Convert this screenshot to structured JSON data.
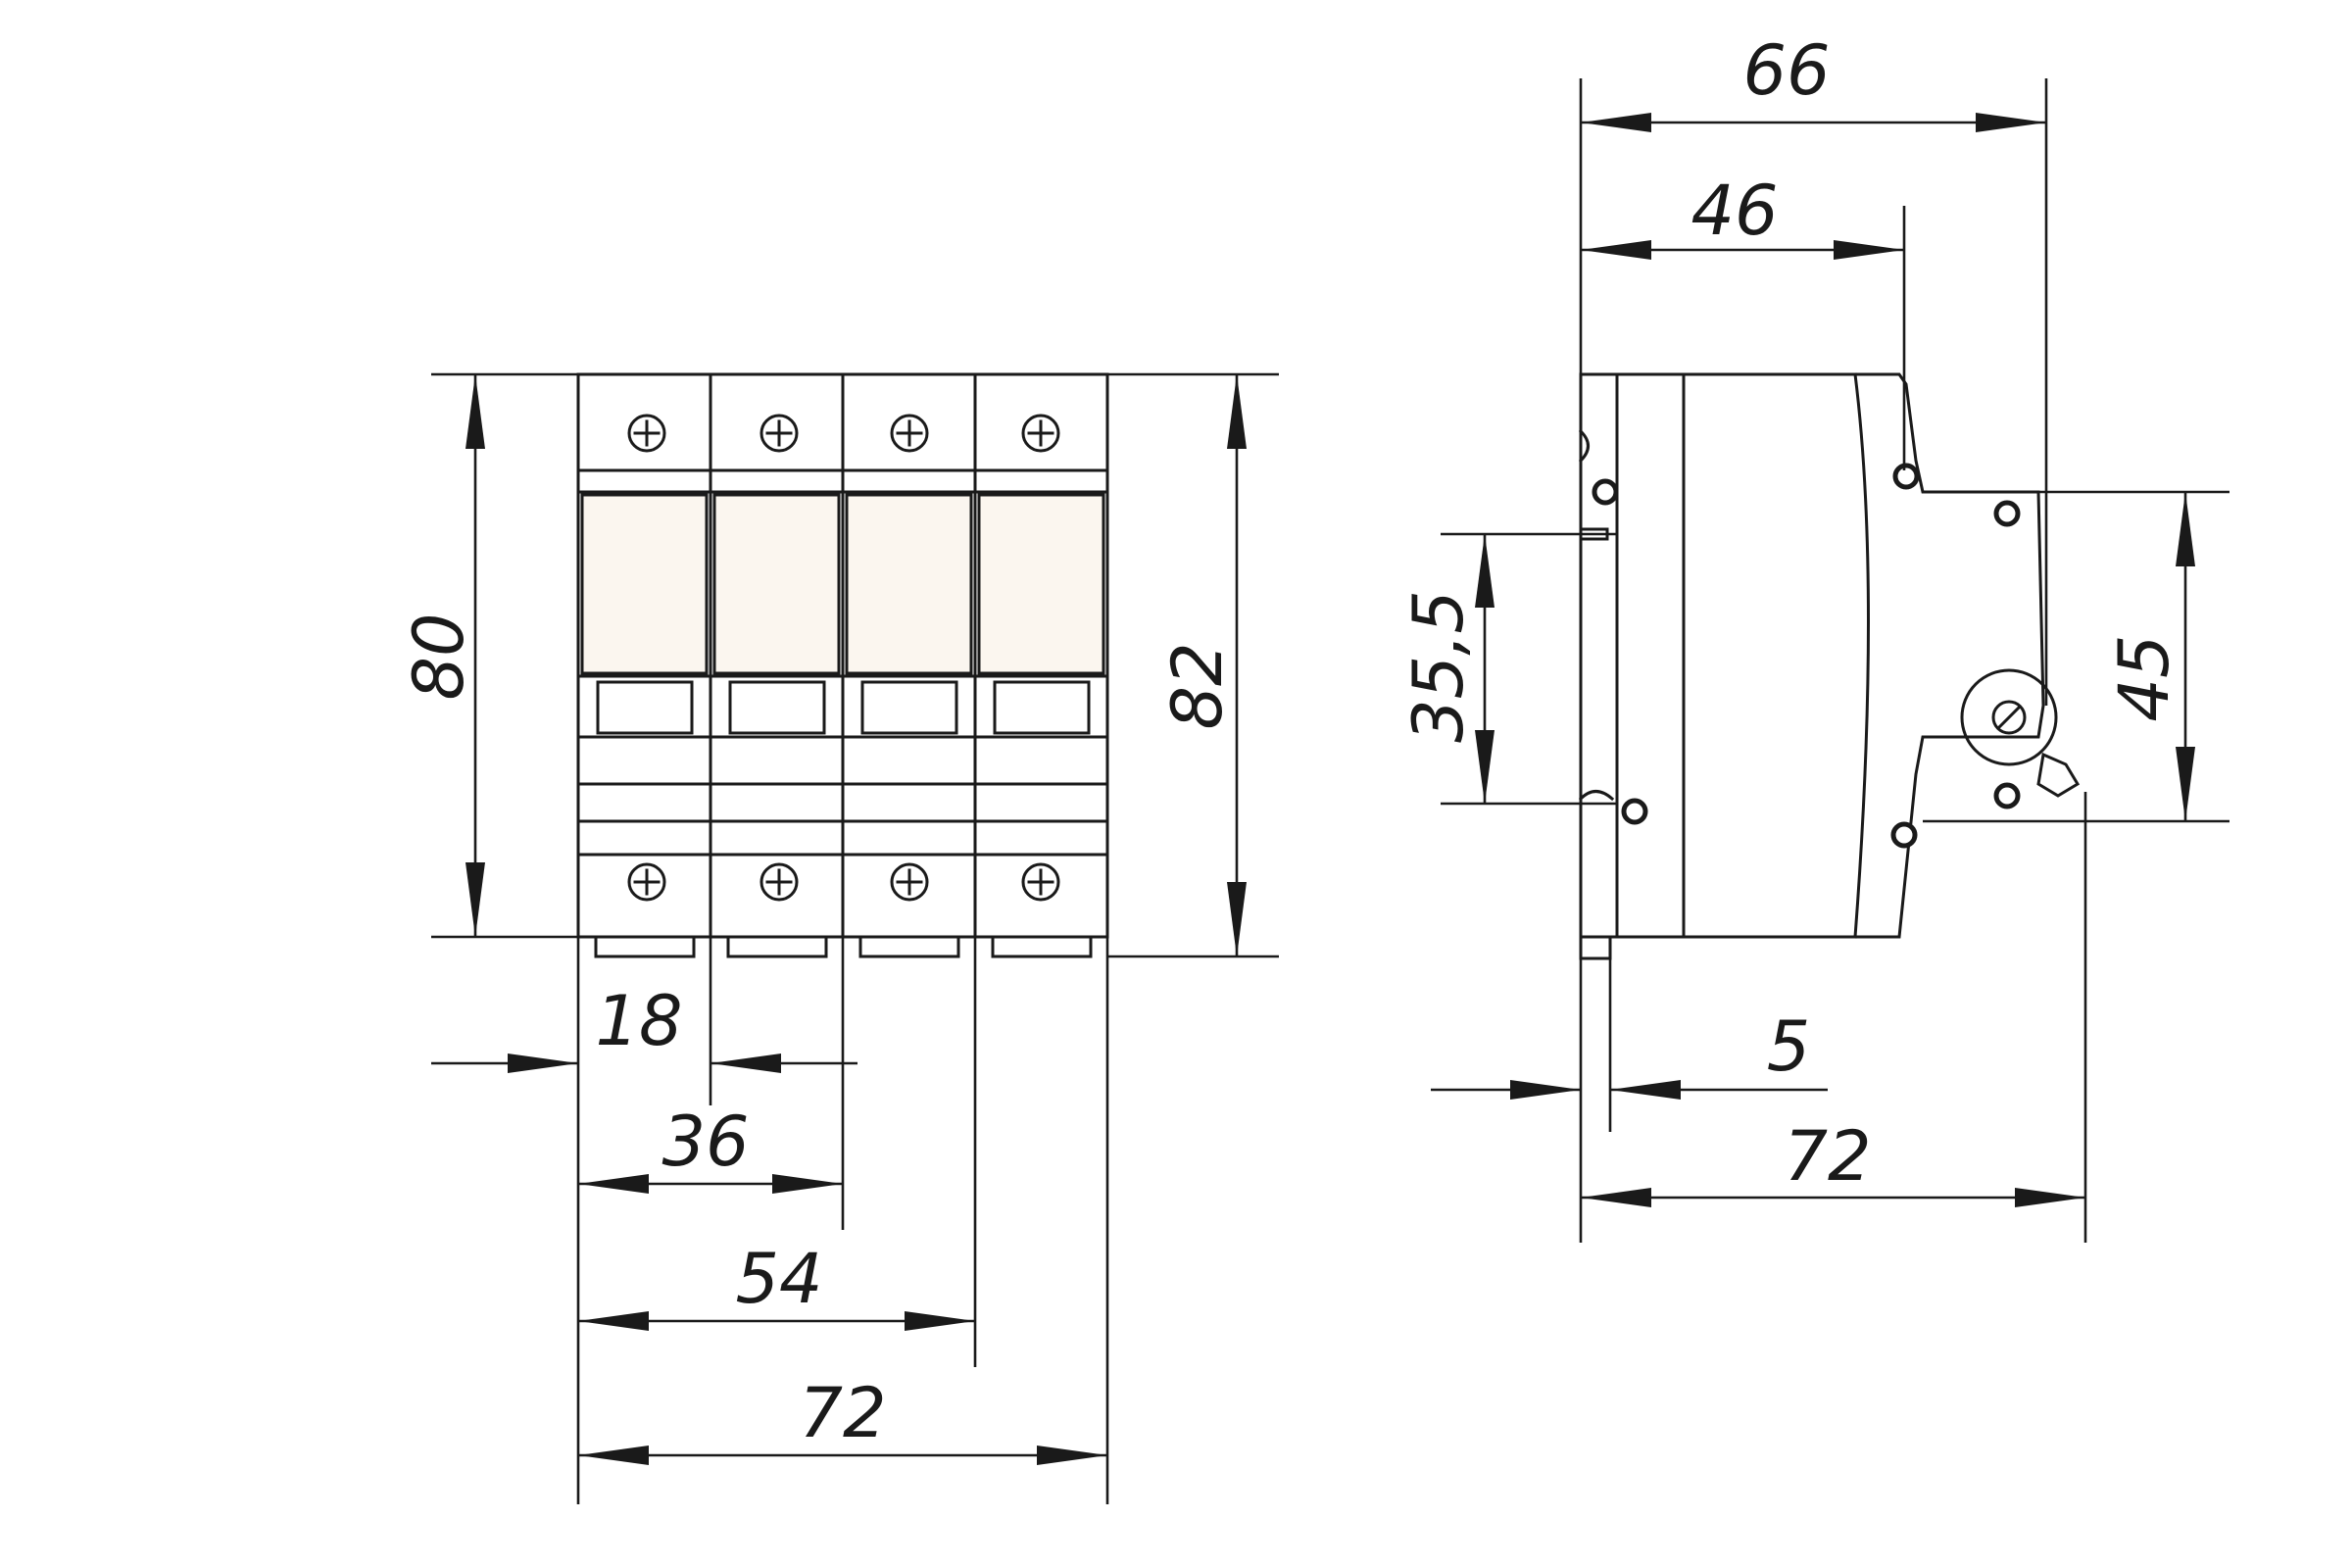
{
  "front_view": {
    "dimensions": {
      "height_80": "80",
      "height_82": "82",
      "pole_18": "18",
      "width_36": "36",
      "width_54": "54",
      "width_72": "72"
    }
  },
  "side_view": {
    "dimensions": {
      "depth_66": "66",
      "depth_46": "46",
      "rail_35_5": "35,5",
      "height_45": "45",
      "offset_5": "5",
      "total_72": "72"
    }
  }
}
